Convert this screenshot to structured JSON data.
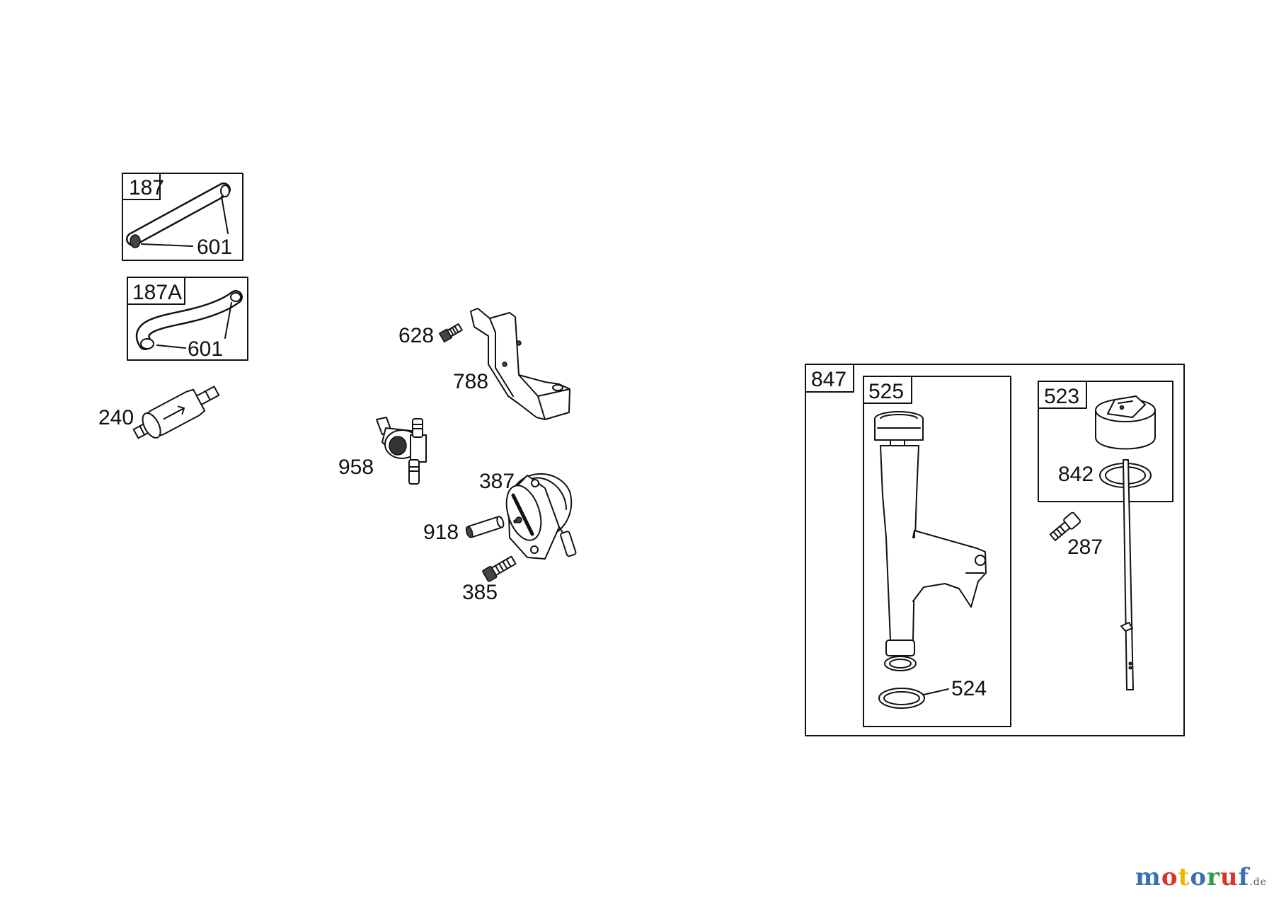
{
  "labels": {
    "l187": "187",
    "l601a": "601",
    "l187a": "187A",
    "l601b": "601",
    "l240": "240",
    "l628": "628",
    "l788": "788",
    "l958": "958",
    "l387": "387",
    "l918": "918",
    "l385": "385",
    "l847": "847",
    "l525": "525",
    "l523": "523",
    "l842": "842",
    "l287": "287",
    "l524": "524"
  },
  "watermark": {
    "letters": [
      "m",
      "o",
      "t",
      "o",
      "r",
      "u",
      "f"
    ],
    "colors": [
      "#3a6fb0",
      "#d9342b",
      "#f0b400",
      "#3a6fb0",
      "#2e9e44",
      "#d9342b",
      "#3a6fb0"
    ],
    "tld": ".de"
  }
}
